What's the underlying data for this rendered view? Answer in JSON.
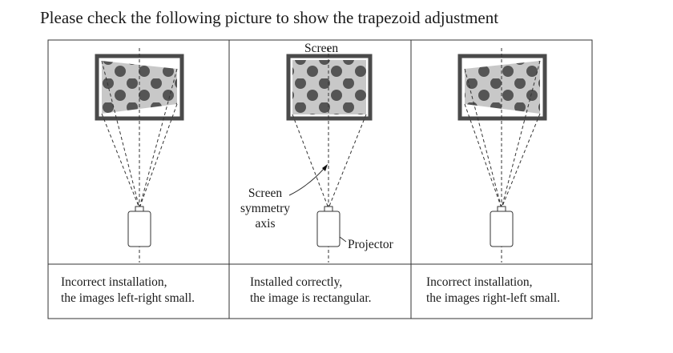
{
  "title": "Please check the following picture to show the trapezoid adjustment",
  "labels": {
    "screen": "Screen",
    "axis_line1": "Screen",
    "axis_line2": "symmetry",
    "axis_line3": "axis",
    "projector": "Projector"
  },
  "panels": [
    {
      "caption_line1": "Incorrect installation,",
      "caption_line2": "the images left-right small."
    },
    {
      "caption_line1": "Installed correctly,",
      "caption_line2": "the image is rectangular."
    },
    {
      "caption_line1": "Incorrect installation,",
      "caption_line2": "the images right-left small."
    }
  ],
  "colors": {
    "frame": "#4a4a4a",
    "image_fill": "#c8c8c8",
    "dot": "#555555",
    "line": "#333333"
  }
}
